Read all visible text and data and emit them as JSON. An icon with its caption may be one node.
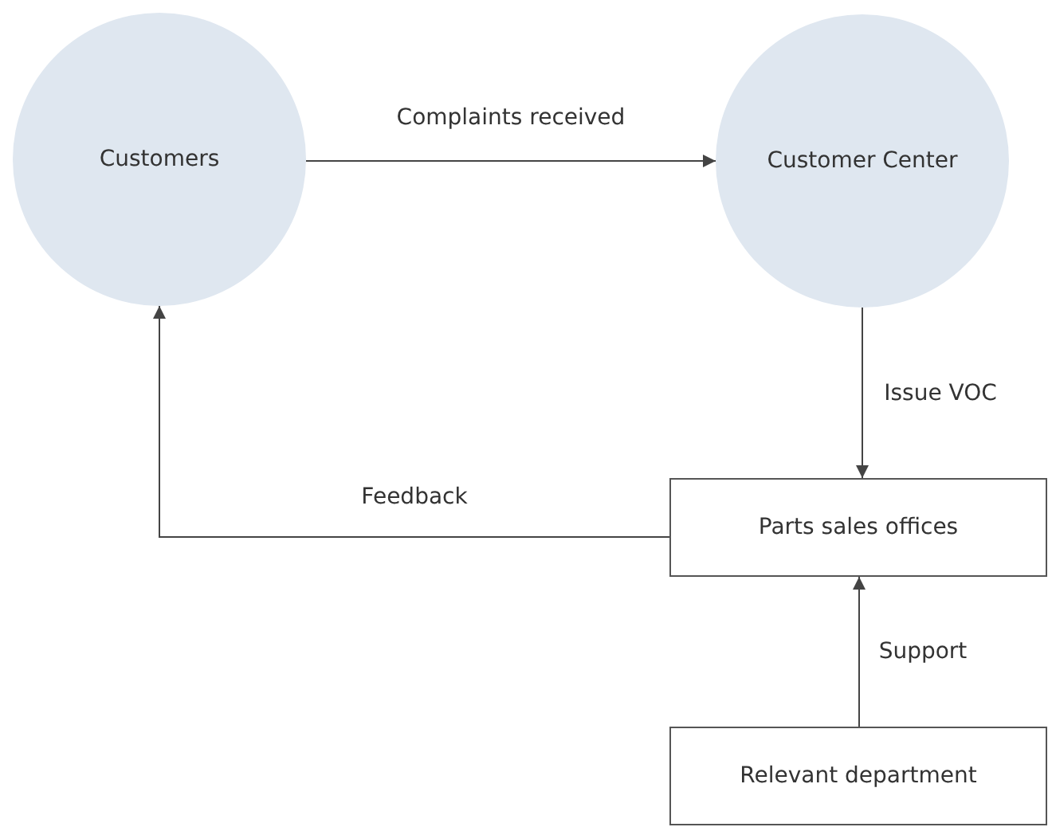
{
  "diagram": {
    "nodes": [
      {
        "text": [
          "Customers"
        ]
      },
      {
        "text": [
          "Customer Center"
        ]
      },
      {
        "text": [
          "Parts sales offices"
        ]
      },
      {
        "text": [
          "Relevant department"
        ]
      }
    ],
    "edges": [
      {
        "from": 0,
        "to": 1,
        "arrow": "to",
        "label": "Complaints received"
      },
      {
        "from": 1,
        "to": 2,
        "arrow": "to",
        "label": "Issue VOC"
      },
      {
        "from": 2,
        "to": 0,
        "arrow": "to",
        "label": "Feedback"
      },
      {
        "from": 3,
        "to": 2,
        "arrow": "to",
        "label": "Support"
      }
    ]
  }
}
